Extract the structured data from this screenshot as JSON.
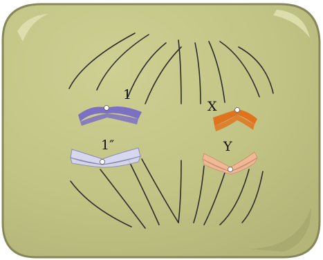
{
  "figure": {
    "colors": {
      "cell_fill": "#c2c486",
      "cell_border": "#87885a",
      "spindle": "#2b2b2b",
      "chromosome_1": "#7b70c4",
      "chromosome_1_prime": "#d7d8f0",
      "chromosome_x": "#e0741e",
      "chromosome_y": "#f1b896"
    },
    "labels": {
      "chromosome_1": "1",
      "chromosome_1_prime": "1″",
      "chromosome_x": "X",
      "chromosome_y": "Y"
    }
  }
}
